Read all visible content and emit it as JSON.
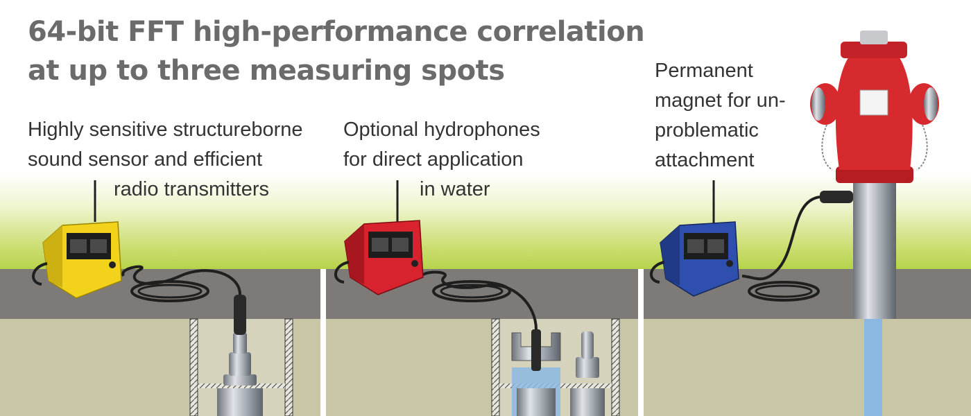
{
  "headline": {
    "line1": "64-bit FFT high-performance correlation",
    "line2": "at up to three measuring spots"
  },
  "panels": [
    {
      "caption_lines": [
        "Highly sensitive structureborne",
        "sound sensor and efficient",
        "radio transmitters"
      ],
      "device_color": "#f2d21a"
    },
    {
      "caption_lines": [
        "Optional hydrophones",
        "for direct application",
        "in water"
      ],
      "device_color": "#d8232f"
    },
    {
      "caption_lines": [
        "Permanent",
        "magnet for un-",
        "problematic",
        "attachment"
      ],
      "device_color": "#2f4fae"
    }
  ],
  "colors": {
    "headline_text": "#6b6b6b",
    "caption_text": "#333333",
    "road": "#7d7a78",
    "ground": "#c9c6a5",
    "grass": "#b6d34a",
    "hydrant": "#d72a2e",
    "water": "#8bb8e0"
  }
}
